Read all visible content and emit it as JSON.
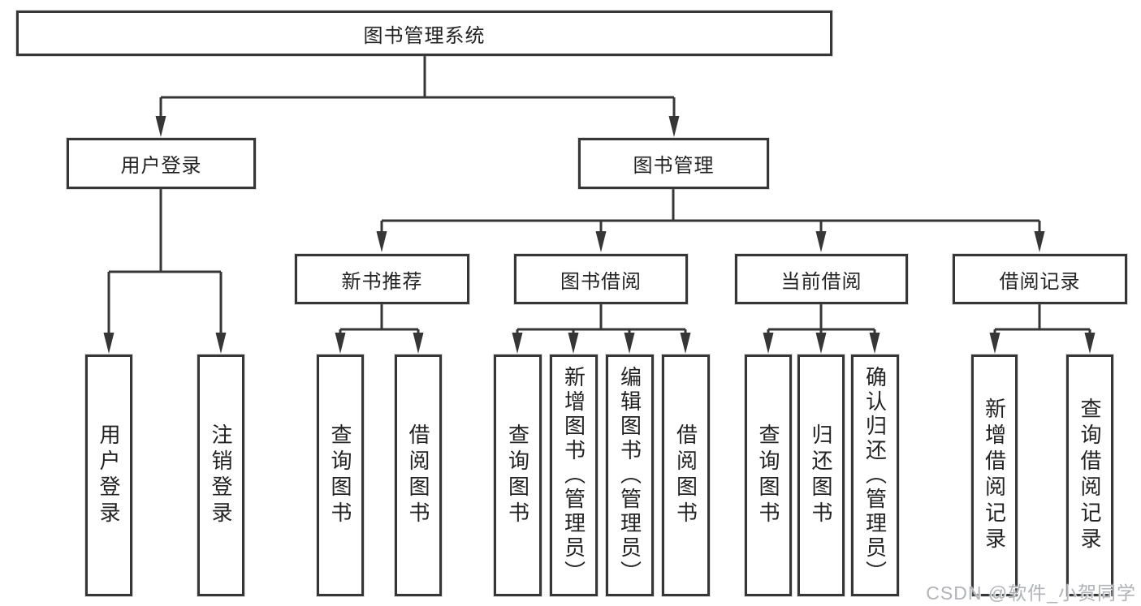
{
  "diagram": {
    "type": "hierarchy-tree",
    "nodes": {
      "root": {
        "label": "图书管理系统"
      },
      "branches": [
        {
          "label": "用户登录"
        },
        {
          "label": "图书管理"
        }
      ],
      "modules": [
        {
          "label": "新书推荐",
          "parent": "图书管理"
        },
        {
          "label": "图书借阅",
          "parent": "图书管理"
        },
        {
          "label": "当前借阅",
          "parent": "图书管理"
        },
        {
          "label": "借阅记录",
          "parent": "图书管理"
        }
      ],
      "leaves": [
        {
          "label": "用户登录",
          "parent": "用户登录"
        },
        {
          "label": "注销登录",
          "parent": "用户登录"
        },
        {
          "label": "查询图书",
          "parent": "新书推荐"
        },
        {
          "label": "借阅图书",
          "parent": "新书推荐"
        },
        {
          "label": "查询图书",
          "parent": "图书借阅"
        },
        {
          "label": "新增图书（管理员）",
          "parent": "图书借阅"
        },
        {
          "label": "编辑图书（管理员）",
          "parent": "图书借阅"
        },
        {
          "label": "借阅图书",
          "parent": "图书借阅"
        },
        {
          "label": "查询图书",
          "parent": "当前借阅"
        },
        {
          "label": "归还图书",
          "parent": "当前借阅"
        },
        {
          "label": "确认归还（管理员）",
          "parent": "当前借阅"
        },
        {
          "label": "新增借阅记录",
          "parent": "借阅记录"
        },
        {
          "label": "查询借阅记录",
          "parent": "借阅记录"
        }
      ]
    },
    "colors": {
      "line": "#363636",
      "text": "#222222",
      "background": "#ffffff",
      "watermark": "#b0b3b8"
    }
  },
  "watermark": {
    "text": "CSDN @软件_小贺同学"
  }
}
